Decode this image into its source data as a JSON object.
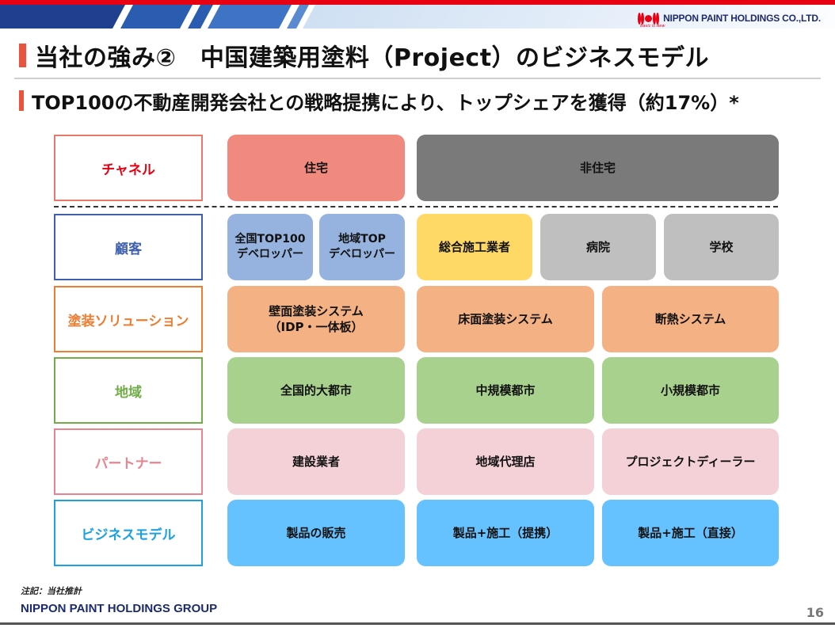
{
  "header": {
    "brand": "NIPPON PAINT HOLDINGS CO.,LTD.",
    "logo_tagline": "Basic is New",
    "colors": {
      "red": "#e60012",
      "navy": "#1c2a6e",
      "accent": "#e8543e"
    }
  },
  "title": "当社の強み②　中国建築用塗料（Project）のビジネスモデル",
  "subtitle": "TOP100の不動産開発会社との戦略提携により、トップシェアを獲得（約17%）*",
  "diagram": {
    "rows": [
      {
        "label": "チャネル",
        "label_color": "#e60012",
        "border_color": "#e8786a",
        "cells": [
          {
            "text": "住宅",
            "color": "#f08a7e"
          },
          {
            "text": "非住宅",
            "color": "#7a7a7a"
          }
        ]
      },
      {
        "label": "顧客",
        "label_color": "#3d5fae",
        "border_color": "#3d5fae",
        "cells": [
          {
            "text": "全国TOP100\nデベロッパー",
            "color": "#96b3e0"
          },
          {
            "text": "地域TOP\nデベロッパー",
            "color": "#96b3e0"
          },
          {
            "text": "総合施工業者",
            "color": "#ffd966"
          },
          {
            "text": "病院",
            "color": "#bfbfbf"
          },
          {
            "text": "学校",
            "color": "#bfbfbf"
          }
        ]
      },
      {
        "label": "塗装ソリューション",
        "label_color": "#ed7d31",
        "border_color": "#ed7d31",
        "cells": [
          {
            "text": "壁面塗装システム\n（IDP・一体板）",
            "color": "#f4b183"
          },
          {
            "text": "床面塗装システム",
            "color": "#f4b183"
          },
          {
            "text": "断熱システム",
            "color": "#f4b183"
          }
        ]
      },
      {
        "label": "地域",
        "label_color": "#70ad47",
        "border_color": "#70ad47",
        "cells": [
          {
            "text": "全国的大都市",
            "color": "#a9d18e"
          },
          {
            "text": "中規模都市",
            "color": "#a9d18e"
          },
          {
            "text": "小規模都市",
            "color": "#a9d18e"
          }
        ]
      },
      {
        "label": "パートナー",
        "label_color": "#e8848f",
        "border_color": "#e8848f",
        "cells": [
          {
            "text": "建設業者",
            "color": "#f4d1d6"
          },
          {
            "text": "地域代理店",
            "color": "#f4d1d6"
          },
          {
            "text": "プロジェクトディーラー",
            "color": "#f4d1d6"
          }
        ]
      },
      {
        "label": "ビジネスモデル",
        "label_color": "#1ba1e2",
        "border_color": "#1ba1e2",
        "cells": [
          {
            "text": "製品の販売",
            "color": "#66c2ff"
          },
          {
            "text": "製品+施工（提携）",
            "color": "#66c2ff"
          },
          {
            "text": "製品+施工（直接）",
            "color": "#66c2ff"
          }
        ]
      }
    ]
  },
  "note": "注記：当社推計",
  "footer": "NIPPON PAINT HOLDINGS GROUP",
  "page_number": "16"
}
